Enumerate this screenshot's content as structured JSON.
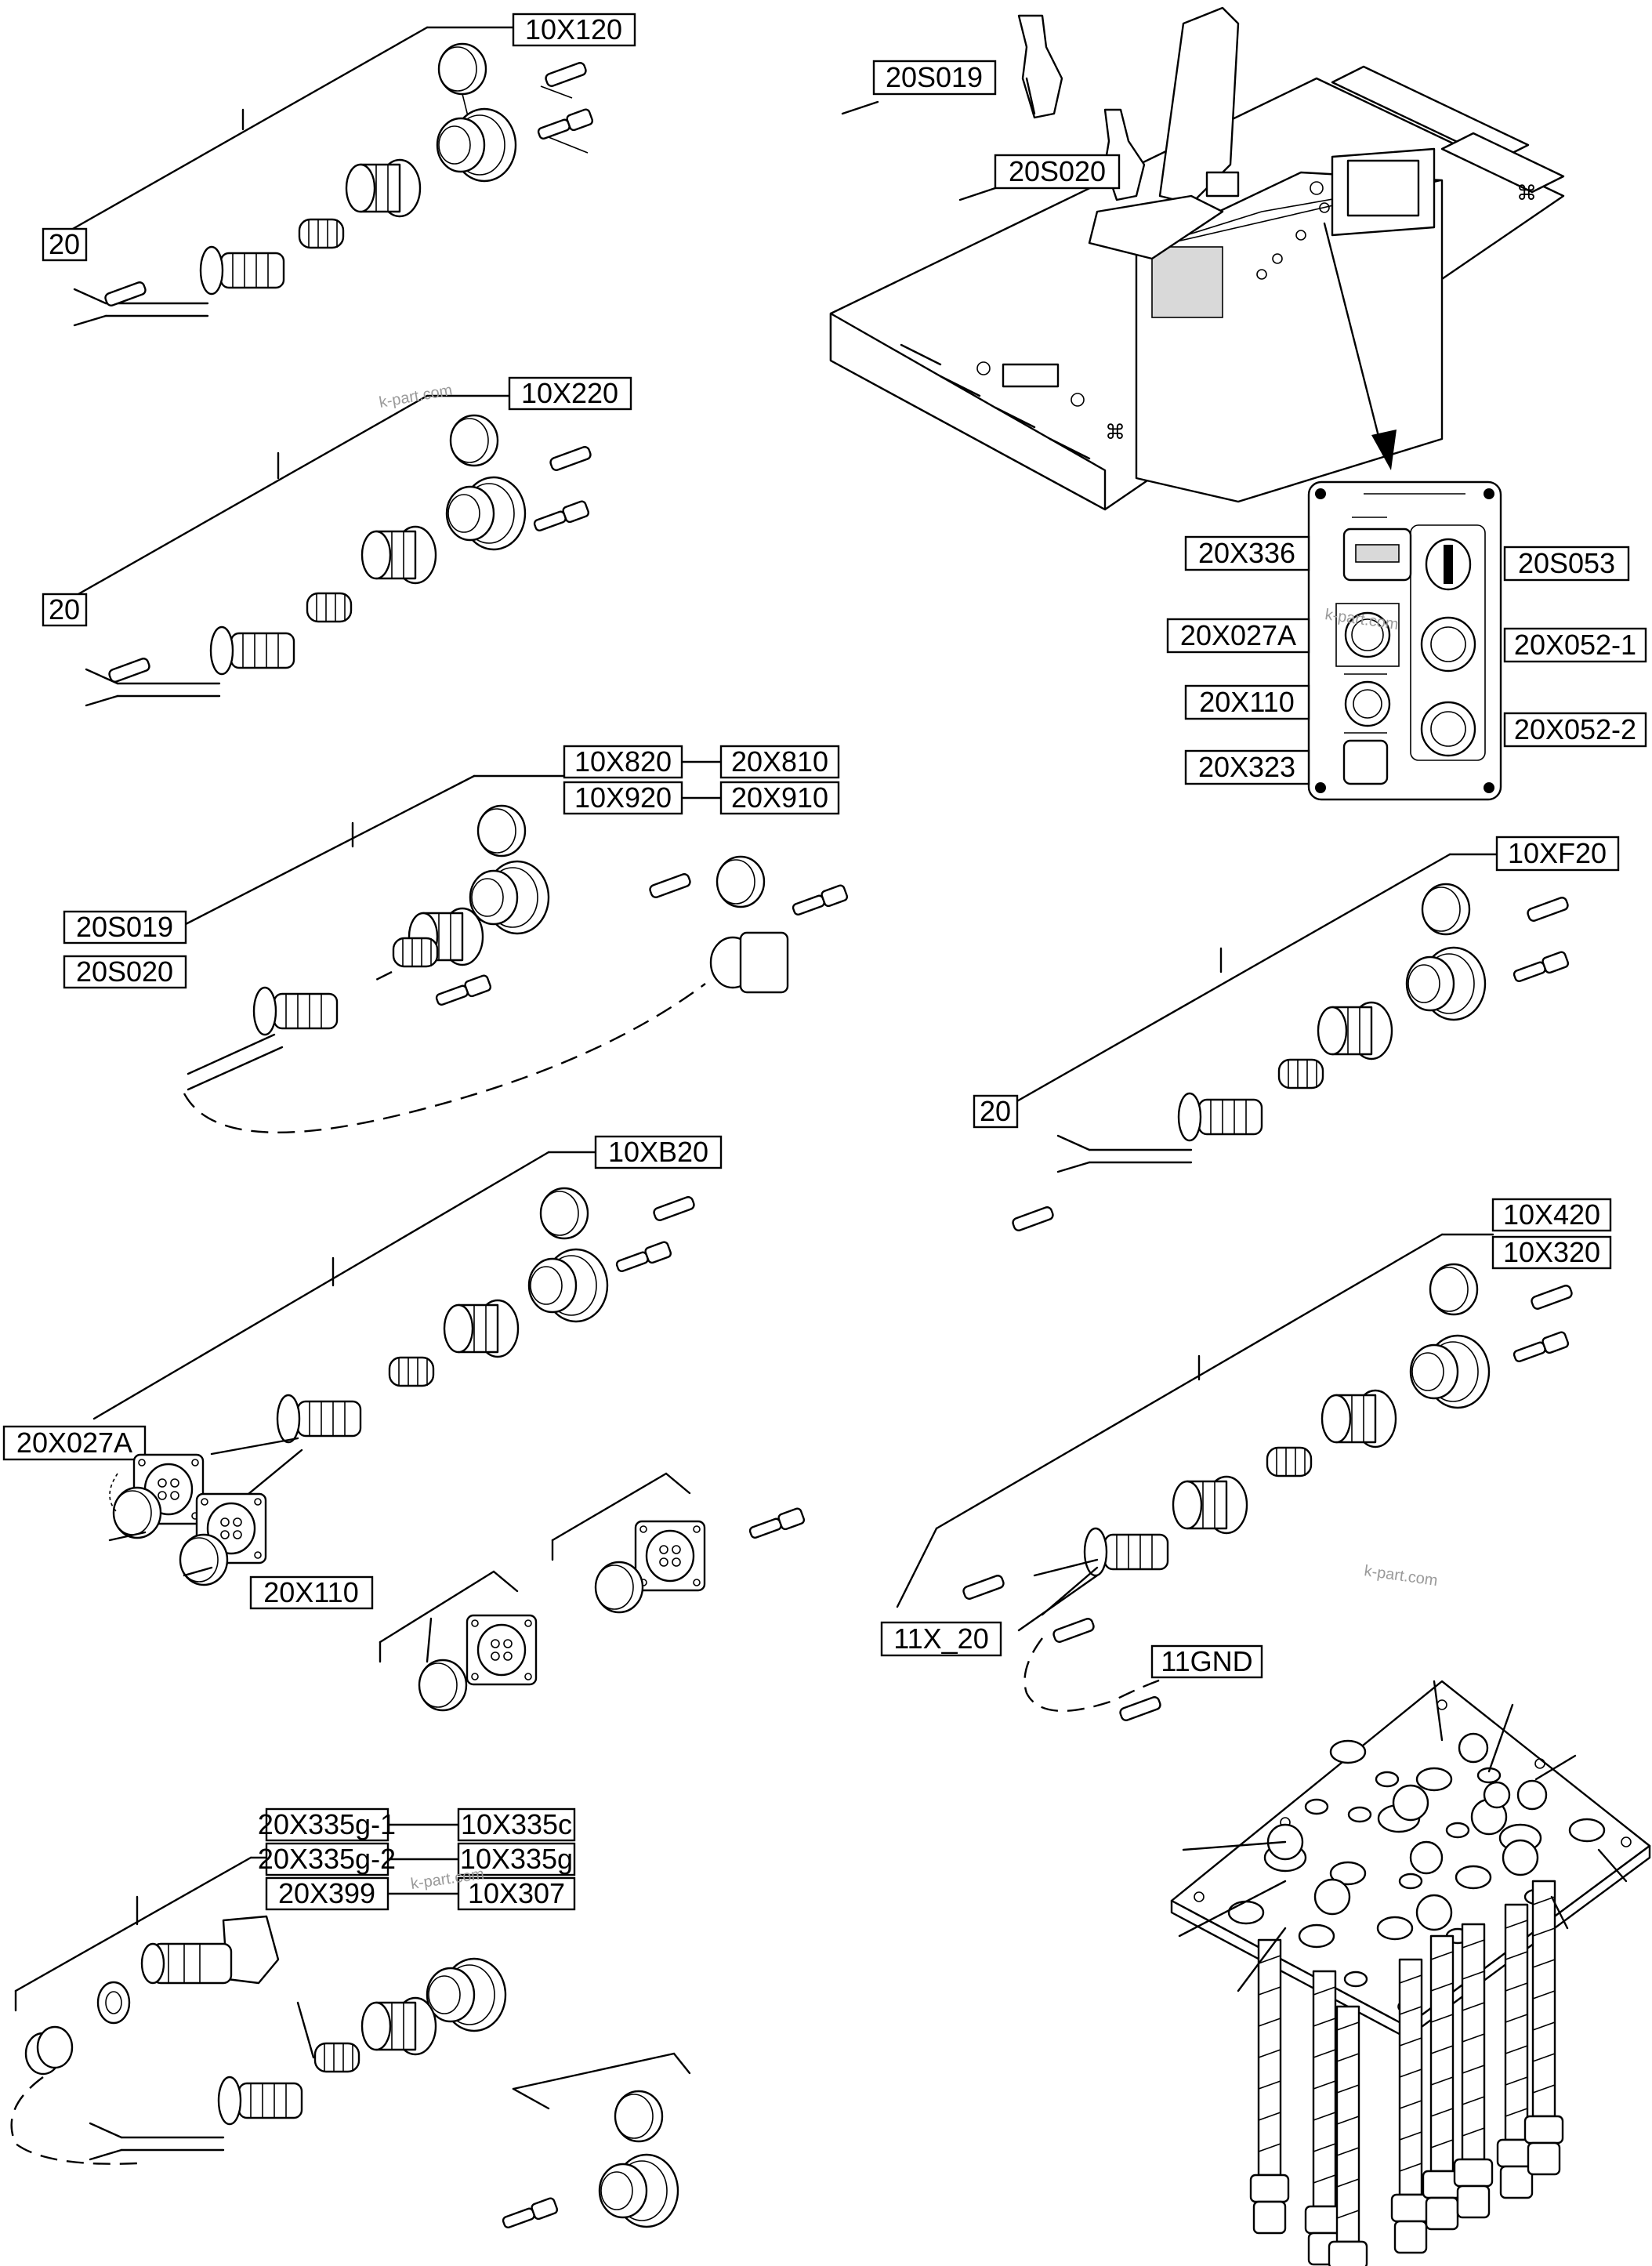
{
  "figure": {
    "type": "exploded-parts-diagram",
    "watermarks": [
      "k-part.com",
      "k-part.com",
      "k-part.com",
      "k-part.com"
    ]
  },
  "labels": {
    "l_10X120": "10X120",
    "l_20_a": "20",
    "l_10X220": "10X220",
    "l_20_b": "20",
    "l_20S019_top": "20S019",
    "l_20S020_top": "20S020",
    "l_20X336": "20X336",
    "l_20S053": "20S053",
    "l_20X027A_panel": "20X027A",
    "l_20X052_1": "20X052-1",
    "l_20X110_panel": "20X110",
    "l_20X052_2": "20X052-2",
    "l_20X323": "20X323",
    "l_10X820": "10X820",
    "l_20X810": "20X810",
    "l_10X920": "10X920",
    "l_20X910": "20X910",
    "l_20S019": "20S019",
    "l_20S020": "20S020",
    "l_10XF20": "10XF20",
    "l_20_c": "20",
    "l_10XB20": "10XB20",
    "l_20X027A": "20X027A",
    "l_20X110": "20X110",
    "l_10X420": "10X420",
    "l_10X320": "10X320",
    "l_11X_20": "11X_20",
    "l_11GND": "11GND",
    "l_20X335g_1": "20X335g-1",
    "l_10X335c": "10X335c",
    "l_20X335g_2": "20X335g-2",
    "l_10X335g": "10X335g",
    "l_20X399": "20X399",
    "l_10X307": "10X307"
  }
}
